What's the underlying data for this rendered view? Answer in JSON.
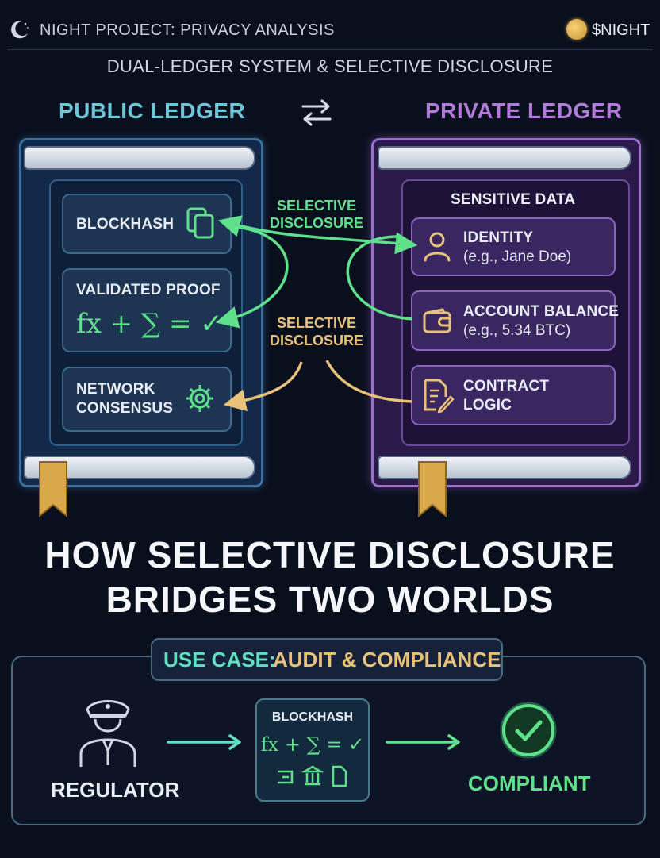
{
  "header": {
    "title": "NIGHT PROJECT: PRIVACY ANALYSIS",
    "ticker": "$NIGHT",
    "moon_icon": "moon-icon",
    "coin_icon": "coin-icon"
  },
  "subtitle": "DUAL-LEDGER SYSTEM & SELECTIVE DISCLOSURE",
  "public_ledger": {
    "title": "PUBLIC LEDGER",
    "color": "#6fc6d8",
    "items": [
      {
        "label": "BLOCKHASH",
        "icon": "copy-icon"
      },
      {
        "label": "VALIDATED PROOF",
        "formula": "fx + ∑ = ✓"
      },
      {
        "label_line1": "NETWORK",
        "label_line2": "CONSENSUS",
        "icon": "gear-icon"
      }
    ]
  },
  "private_ledger": {
    "title": "PRIVATE LEDGER",
    "color": "#b27ad9",
    "section_title": "SENSITIVE DATA",
    "items": [
      {
        "label": "IDENTITY",
        "detail": "(e.g., Jane Doe)",
        "icon": "user-icon"
      },
      {
        "label": "ACCOUNT BALANCE",
        "detail": "(e.g., 5.34 BTC)",
        "icon": "wallet-icon"
      },
      {
        "label_line1": "CONTRACT",
        "label_line2": "LOGIC",
        "icon": "document-edit-icon"
      }
    ]
  },
  "arrows": {
    "swap_icon": "swap-arrows-icon",
    "top_label_line1": "SELECTIVE",
    "top_label_line2": "DISCLOSURE",
    "mid_label_line1": "SELECTIVE",
    "mid_label_line2": "DISCLOSURE",
    "green": "#5fe08a",
    "gold": "#e9c27a"
  },
  "headline": {
    "line1": "HOW SELECTIVE DISCLOSURE",
    "line2": "BRIDGES TWO WORLDS"
  },
  "use_case": {
    "prefix": "USE CASE:",
    "title": "AUDIT & COMPLIANCE",
    "regulator_label": "REGULATOR",
    "center_title": "BLOCKHASH",
    "center_formula": "fx + ∑ = ✓",
    "result_label": "COMPLIANT"
  }
}
